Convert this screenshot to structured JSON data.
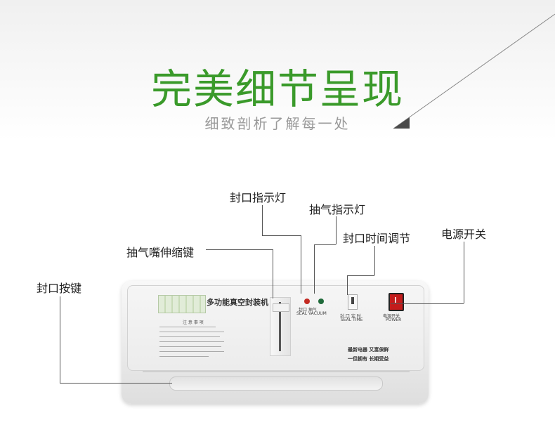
{
  "header": {
    "title": "完美细节呈现",
    "subtitle": "细致剖析了解每一处"
  },
  "callouts": {
    "seal_indicator": "封口指示灯",
    "vacuum_indicator": "抽气指示灯",
    "seal_time_adjust": "封口时间调节",
    "power_switch": "电源开关",
    "nozzle_retract_key": "抽气嘴伸缩键",
    "seal_key": "封口按键"
  },
  "machine": {
    "brand": "多功能真空封装机",
    "notes_title": "注 意 事 项",
    "led_labels": "封口  抽气",
    "led_labels_en": "SEAL  VACUUM",
    "timer_label": "封 口 定 时",
    "timer_label_en": "SEAL  TIME",
    "power_label": "电源开关",
    "power_label_en": "POWER",
    "slogan_1": "最新电器    又富保鲜",
    "slogan_2": "一但拥有    长期受益"
  },
  "colors": {
    "title_green": "#3a9a2a",
    "subtitle_gray": "#9a9a9a",
    "power_red": "#c41c1c"
  }
}
